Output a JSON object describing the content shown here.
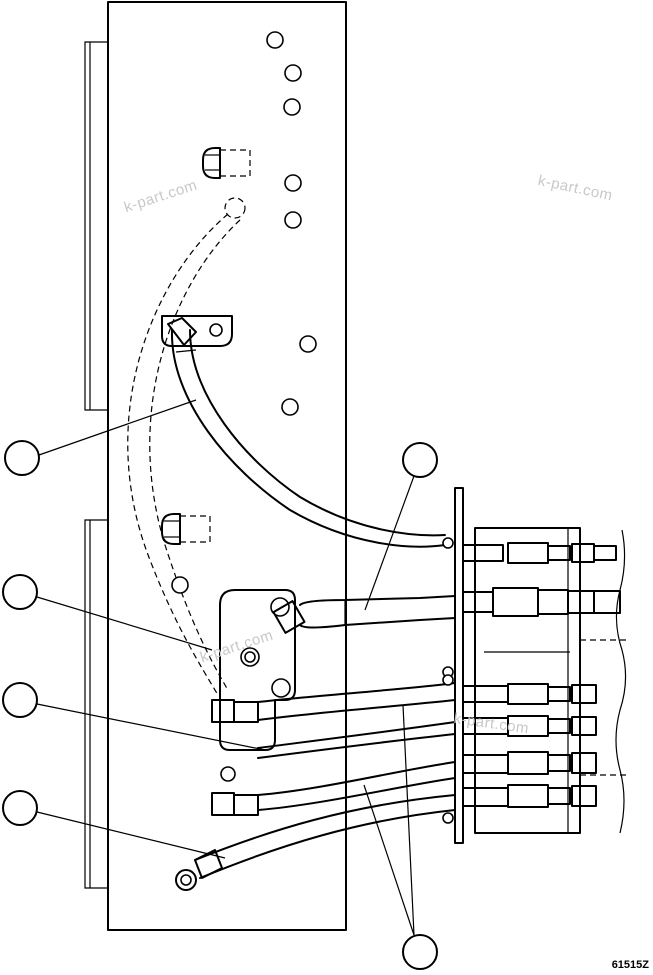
{
  "diagram": {
    "figure_code": "61515Z",
    "watermarks": [
      "k-part.com",
      "k-part.com",
      "k-part.com",
      "k-part.com"
    ]
  }
}
